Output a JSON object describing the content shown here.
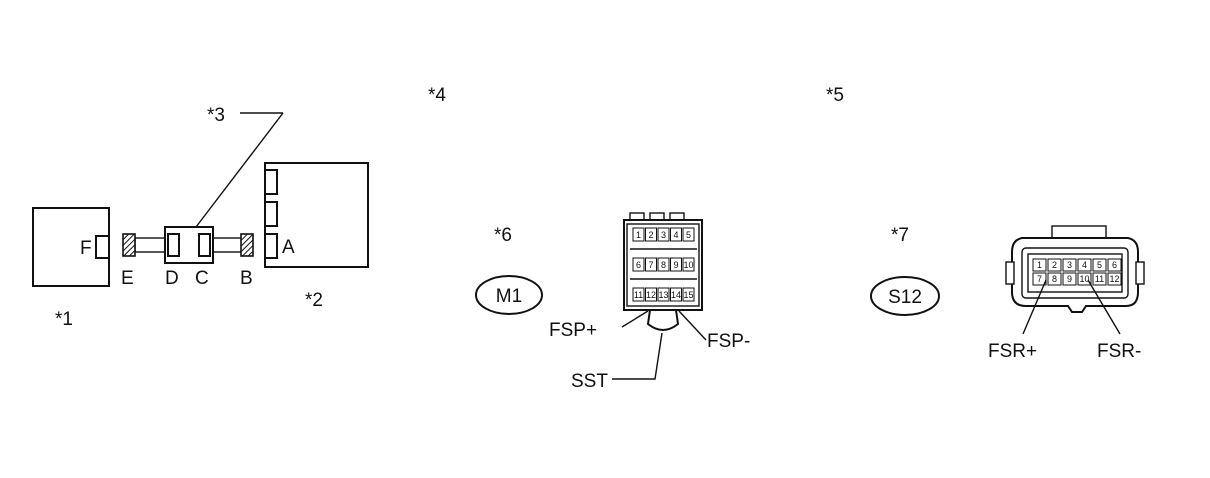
{
  "callouts": {
    "c1": "*1",
    "c2": "*2",
    "c3": "*3",
    "c4": "*4",
    "c5": "*5",
    "c6": "*6",
    "c7": "*7"
  },
  "terminals": {
    "a": "A",
    "b": "B",
    "c": "C",
    "d": "D",
    "e": "E",
    "f": "F"
  },
  "connector_m1": {
    "code": "M1",
    "pins": [
      "1",
      "2",
      "3",
      "4",
      "5",
      "6",
      "7",
      "8",
      "9",
      "10",
      "11",
      "12",
      "13",
      "14",
      "15"
    ],
    "fsp_plus": "FSP+",
    "fsp_minus": "FSP-",
    "sst": "SST"
  },
  "connector_s12": {
    "code": "S12",
    "pins": [
      "1",
      "2",
      "3",
      "4",
      "5",
      "6",
      "7",
      "8",
      "9",
      "10",
      "11",
      "12"
    ],
    "fsr_plus": "FSR+",
    "fsr_minus": "FSR-"
  }
}
